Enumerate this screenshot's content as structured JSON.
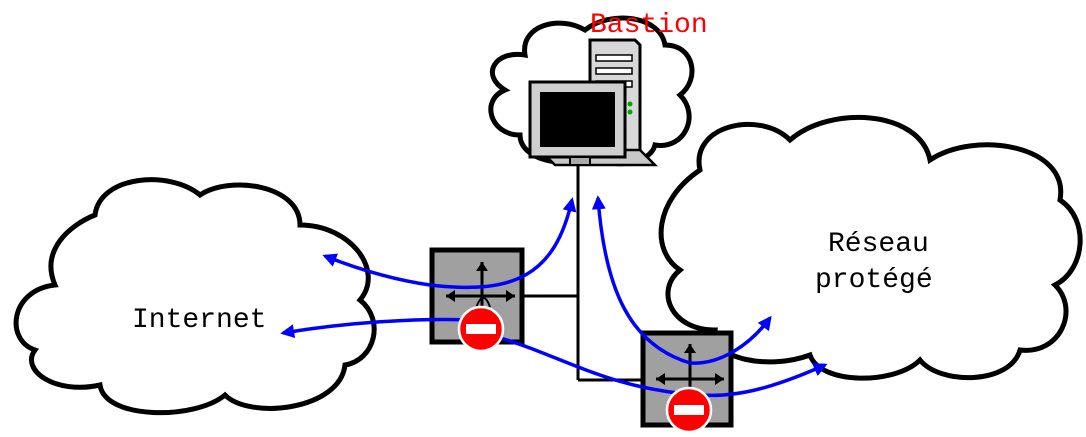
{
  "labels": {
    "bastion": "Bastion",
    "internet": "Internet",
    "protected_network_line1": "Réseau",
    "protected_network_line2": "protégé"
  },
  "colors": {
    "cloud_stroke": "#000000",
    "arrow": "#0000ff",
    "bastion_label": "#ff0000",
    "router_fill": "#a0a0a0",
    "no_entry": "#ff0000"
  },
  "icons": {
    "bastion": "server-computer-icon",
    "router": "router-icon",
    "blocked": "no-entry-icon"
  }
}
